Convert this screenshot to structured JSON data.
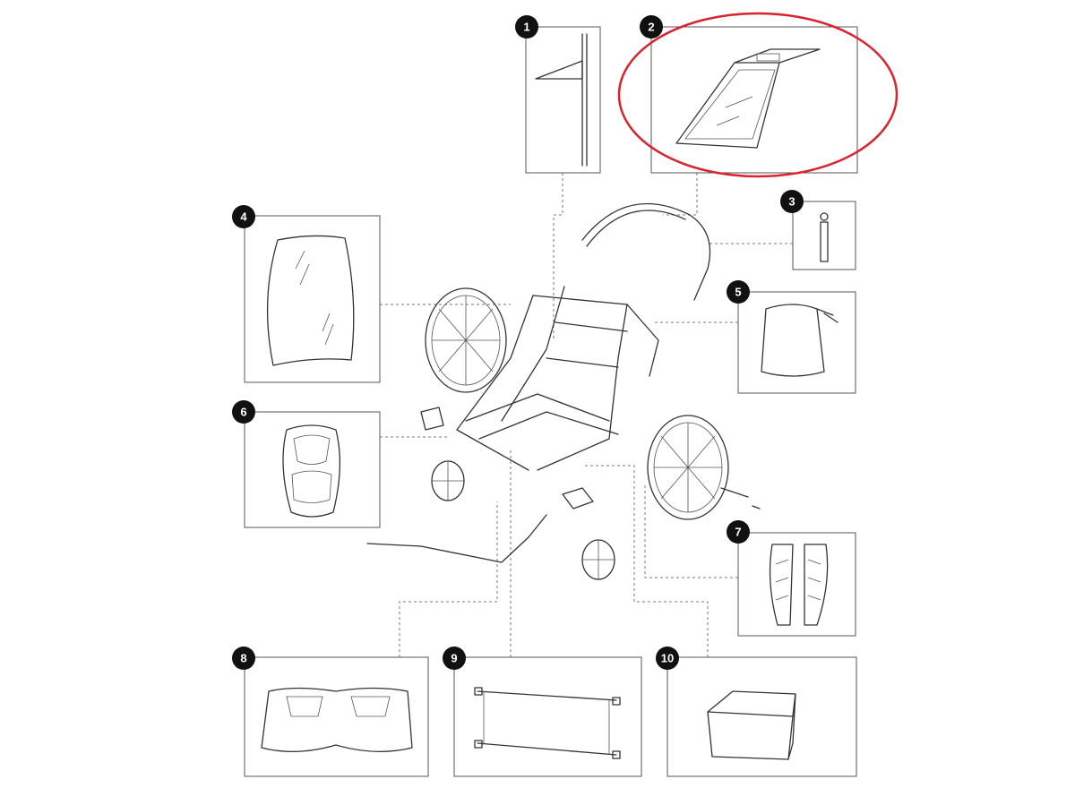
{
  "diagram": {
    "type": "exploded-parts-diagram",
    "highlight_color": "#d9232e",
    "highlighted_part": "2",
    "parts": [
      {
        "number": "1",
        "depicts": "flag"
      },
      {
        "number": "2",
        "depicts": "sun-cover"
      },
      {
        "number": "3",
        "depicts": "strap"
      },
      {
        "number": "4",
        "depicts": "rain-cover"
      },
      {
        "number": "5",
        "depicts": "storage-bag"
      },
      {
        "number": "6",
        "depicts": "seat-pad"
      },
      {
        "number": "7",
        "depicts": "side-pads"
      },
      {
        "number": "8",
        "depicts": "double-seat-pad"
      },
      {
        "number": "9",
        "depicts": "floor-panel"
      },
      {
        "number": "10",
        "depicts": "storage-basket"
      }
    ]
  }
}
